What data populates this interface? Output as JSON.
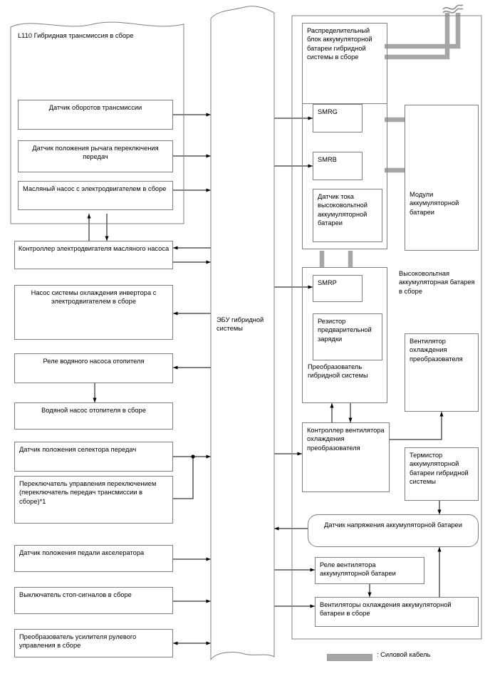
{
  "diagram": {
    "title": "Hybrid system component block diagram",
    "legend": {
      "swatch_name": "power-cable-swatch",
      "label": ": Силовой кабель",
      "cable_color": "#a6a6a6"
    },
    "ecu": {
      "label": "ЭБУ гибридной системы"
    },
    "transmission_group": {
      "label": "L110 Гибридная трансмиссия в сборе",
      "items": [
        {
          "label": "Датчик оборотов трансмиссии"
        },
        {
          "label": "Датчик положения рычага переключения передач"
        },
        {
          "label": "Масляный насос с электродвигателем в сборе"
        }
      ]
    },
    "left_items": [
      {
        "label": "Контроллер электродвигателя масляного насоса"
      },
      {
        "label": "Насос системы охлаждения инвертора с электродвигателем в сборе"
      },
      {
        "label": "Реле водяного насоса отопителя"
      },
      {
        "label": "Водяной насос отопителя в сборе"
      },
      {
        "label": "Датчик положения селектора передач"
      },
      {
        "label": "Переключатель управления переключением (переключатель передач трансмиссии в сборе)*1"
      },
      {
        "label": "Датчик положения педали акселератора"
      },
      {
        "label": "Выключатель стоп-сигналов в сборе"
      },
      {
        "label": "Преобразователь усилителя рулевого управления в сборе"
      }
    ],
    "battery_group": {
      "label": "Высоковольтная аккумуляторная батарея в сборе",
      "distributor": {
        "label": "Распределительный блок аккумуляторной батареи гибридной системы в сборе",
        "items": [
          {
            "label": "SMRG"
          },
          {
            "label": "SMRB"
          },
          {
            "label": "Датчик тока высоковольтной аккумуляторной батареи"
          }
        ]
      },
      "converter": {
        "label": "Преобразователь гибридной системы",
        "items": [
          {
            "label": "SMRP"
          },
          {
            "label": "Резистор предварительной зарядки"
          }
        ]
      },
      "battery_modules": {
        "label": "Модули аккумуляторной батареи"
      },
      "converter_cooling_fan": {
        "label": "Вентилятор охлаждения преобразователя"
      },
      "converter_fan_controller": {
        "label": "Контроллер вентилятора охлаждения преобразователя"
      },
      "battery_thermistor": {
        "label": "Термистор аккумуляторной батареи гибридной системы"
      },
      "battery_voltage_sensor": {
        "label": "Датчик напряжения аккумуляторной батареи"
      },
      "battery_fan_relay": {
        "label": "Реле вентилятора аккумуляторной батареи"
      },
      "battery_cooling_fans": {
        "label": "Вентиляторы охлаждения аккумуляторной батареи в сборе"
      }
    }
  }
}
